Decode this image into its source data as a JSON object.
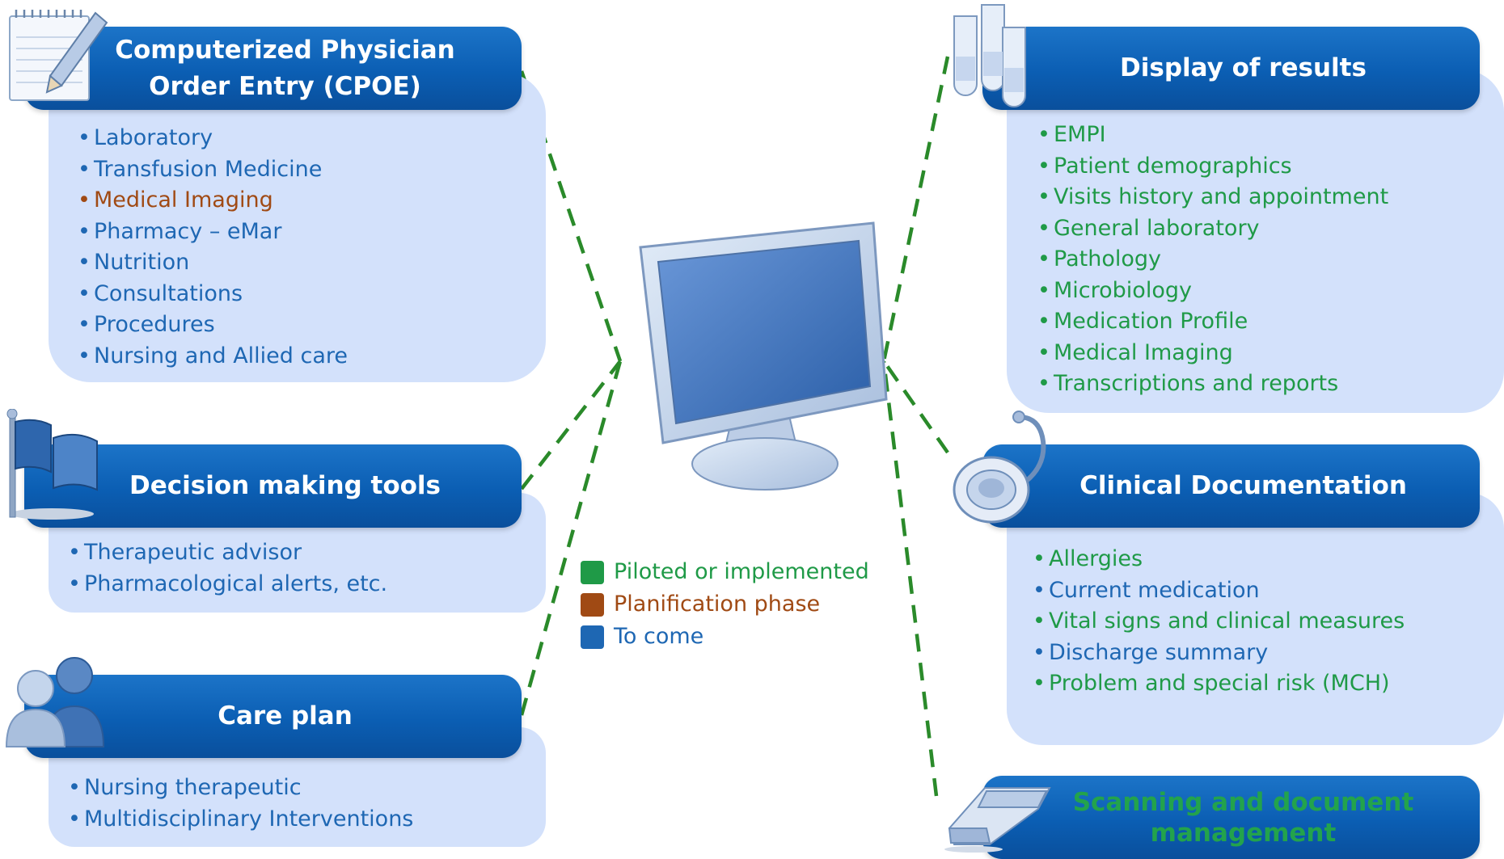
{
  "colors": {
    "piloted": "#1f9a47",
    "planification": "#a04a14",
    "to_come": "#1e67b3",
    "connector": "#2a8a2a",
    "header": "#0b5eb3",
    "panel": "#d3e1fb"
  },
  "modules": {
    "cpoe": {
      "title_line1": "Computerized Physician",
      "title_line2": "Order Entry (CPOE)",
      "icon": "notepad-pencil-icon",
      "items": [
        {
          "text": "Laboratory",
          "status": "to_come"
        },
        {
          "text": "Transfusion Medicine",
          "status": "to_come"
        },
        {
          "text": "Medical Imaging",
          "status": "planification"
        },
        {
          "text": "Pharmacy – eMar",
          "status": "to_come"
        },
        {
          "text": "Nutrition",
          "status": "to_come"
        },
        {
          "text": "Consultations",
          "status": "to_come"
        },
        {
          "text": "Procedures",
          "status": "to_come"
        },
        {
          "text": "Nursing and Allied care",
          "status": "to_come"
        }
      ]
    },
    "decision": {
      "title": "Decision making tools",
      "icon": "flags-icon",
      "items": [
        {
          "text": "Therapeutic advisor",
          "status": "to_come"
        },
        {
          "text": "Pharmacological alerts, etc.",
          "status": "to_come"
        }
      ]
    },
    "careplan": {
      "title": "Care plan",
      "icon": "people-icon",
      "items": [
        {
          "text": "Nursing therapeutic",
          "status": "to_come"
        },
        {
          "text": "Multidisciplinary Interventions",
          "status": "to_come"
        }
      ]
    },
    "results": {
      "title": "Display of results",
      "icon": "test-tubes-icon",
      "items": [
        {
          "text": "EMPI",
          "status": "piloted"
        },
        {
          "text": "Patient demographics",
          "status": "piloted"
        },
        {
          "text": "Visits history and appointment",
          "status": "piloted"
        },
        {
          "text": "General laboratory",
          "status": "piloted"
        },
        {
          "text": "Pathology",
          "status": "piloted"
        },
        {
          "text": "Microbiology",
          "status": "piloted"
        },
        {
          "text": "Medication Profile",
          "status": "piloted"
        },
        {
          "text": "Medical Imaging",
          "status": "piloted"
        },
        {
          "text": "Transcriptions and reports",
          "status": "piloted"
        }
      ]
    },
    "clinical": {
      "title": "Clinical Documentation",
      "icon": "stethoscope-icon",
      "items": [
        {
          "text": "Allergies",
          "status": "piloted"
        },
        {
          "text": "Current medication",
          "status": "to_come"
        },
        {
          "text": "Vital signs and clinical measures",
          "status": "piloted"
        },
        {
          "text": "Discharge summary",
          "status": "to_come"
        },
        {
          "text": "Problem and special risk (MCH)",
          "status": "piloted"
        }
      ]
    },
    "scanning": {
      "title_line1": "Scanning and document",
      "title_line2": "management",
      "icon": "scanner-icon"
    }
  },
  "center": {
    "icon": "computer-monitor-icon"
  },
  "legend": [
    {
      "label": "Piloted or implemented",
      "status": "piloted"
    },
    {
      "label": "Planification phase",
      "status": "planification"
    },
    {
      "label": "To come",
      "status": "to_come"
    }
  ]
}
